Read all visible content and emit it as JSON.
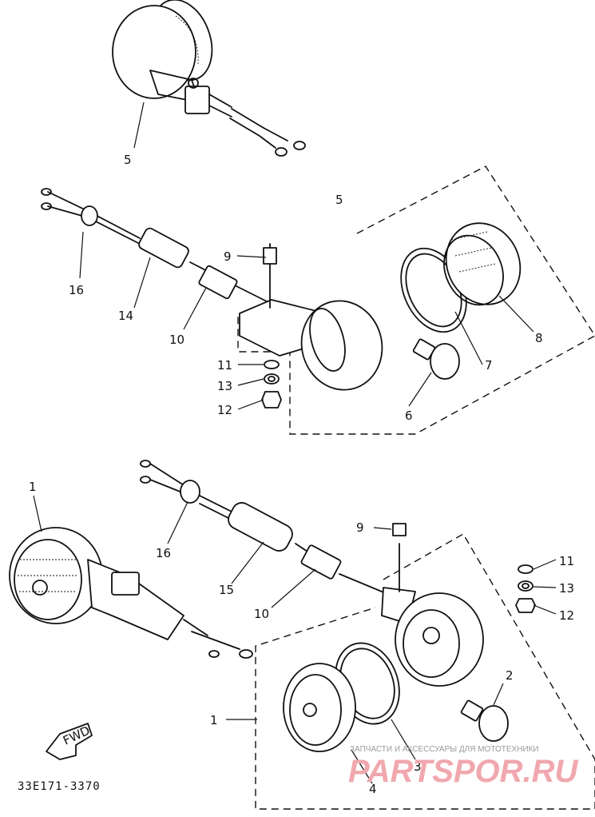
{
  "diagram": {
    "drawing_code": "33E171-3370",
    "direction_label": "FWD",
    "watermark": {
      "caption": "ЗАПЧАСТИ И АКСЕССУАРЫ ДЛЯ МОТОТЕХНИКИ",
      "logo": "PARTSPOR.RU"
    },
    "callouts": {
      "c1a": "1",
      "c1b": "1",
      "c2": "2",
      "c3": "3",
      "c4": "4",
      "c5a": "5",
      "c5b": "5",
      "c6": "6",
      "c7": "7",
      "c8": "8",
      "c9a": "9",
      "c9b": "9",
      "c10a": "10",
      "c10b": "10",
      "c11a": "11",
      "c11b": "11",
      "c12a": "12",
      "c12b": "12",
      "c13a": "13",
      "c13b": "13",
      "c14": "14",
      "c15": "15",
      "c16a": "16",
      "c16b": "16"
    }
  }
}
